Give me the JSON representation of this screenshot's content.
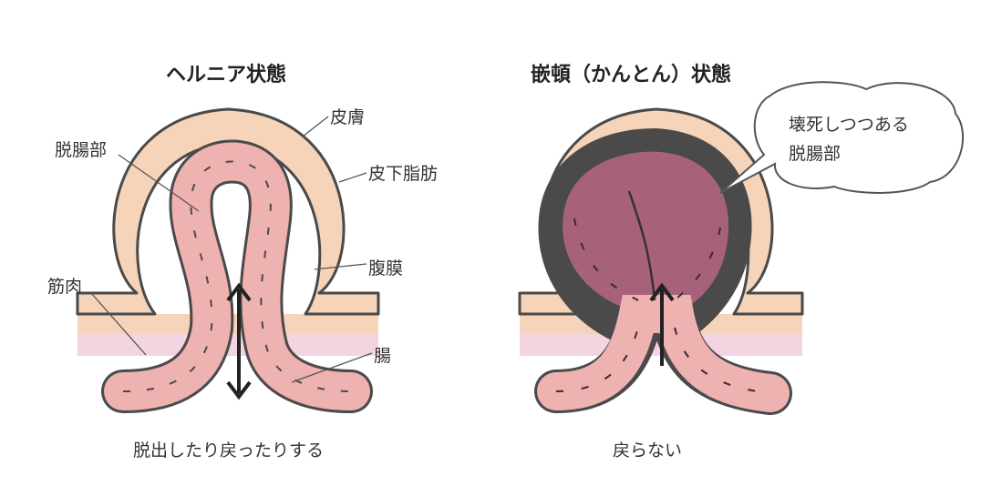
{
  "left_panel": {
    "title": "ヘルニア状態",
    "labels": {
      "skin": "皮膚",
      "prolapsed_intestine": "脱腸部",
      "subcutaneous_fat": "皮下脂肪",
      "peritoneum": "腹膜",
      "muscle": "筋肉",
      "intestine": "腸"
    },
    "caption": "脱出したり戻ったりする"
  },
  "right_panel": {
    "title": "嵌頓（かんとん）状態",
    "speech_bubble": [
      "壊死しつつある",
      "脱腸部"
    ],
    "caption": "戻らない"
  },
  "colors": {
    "skin_fat": "#f6d4b9",
    "muscle": "#f3d5e2",
    "intestine": "#eeb2b0",
    "necrotic": "#a8617a",
    "outline": "#4a4a4a"
  }
}
